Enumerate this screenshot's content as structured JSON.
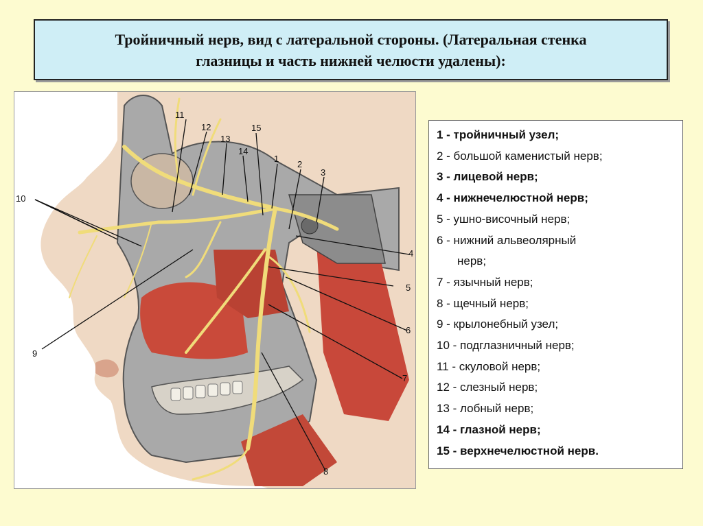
{
  "title": {
    "line1": "Тройничный нерв, вид с латеральной стороны. (Латеральная стенка",
    "line2": "глазницы и часть нижней челюсти удалены):"
  },
  "figure": {
    "labels": [
      "1",
      "2",
      "3",
      "4",
      "5",
      "6",
      "7",
      "8",
      "9",
      "10",
      "11",
      "12",
      "13",
      "14",
      "15"
    ]
  },
  "legend": {
    "items": [
      {
        "text": "1 - тройничный узел;",
        "bold": true
      },
      {
        "text": "2 - большой каменистый нерв;",
        "bold": false
      },
      {
        "text": "3 - лицевой нерв;",
        "bold": true
      },
      {
        "text": "4 - нижнечелюстной нерв;",
        "bold": true
      },
      {
        "text": "5 - ушно-височный нерв;",
        "bold": false
      },
      {
        "text": "6 - нижний альвеолярный",
        "cont": "нерв;",
        "bold": false
      },
      {
        "text": "7 - язычный нерв;",
        "bold": false
      },
      {
        "text": "8 - щечный нерв;",
        "bold": false
      },
      {
        "text": "9 - крылонебный узел;",
        "bold": false
      },
      {
        "text": "10 - подглазничный нерв;",
        "bold": false
      },
      {
        "text": "11 - скуловой нерв;",
        "bold": false
      },
      {
        "text": "12 - слезный нерв;",
        "bold": false
      },
      {
        "text": "13 - лобный нерв;",
        "bold": false
      },
      {
        "text": "14 - глазной нерв;",
        "bold": true
      },
      {
        "text": "15 - верхнечелюстной нерв.",
        "bold": true
      }
    ]
  },
  "colors": {
    "background": "#fdfbd0",
    "title_box": "#cfeef6",
    "nerve": "#f0dc7a",
    "muscle": "#c94a3a",
    "bone": "#9c9c9c",
    "skin": "#efd9c4"
  }
}
